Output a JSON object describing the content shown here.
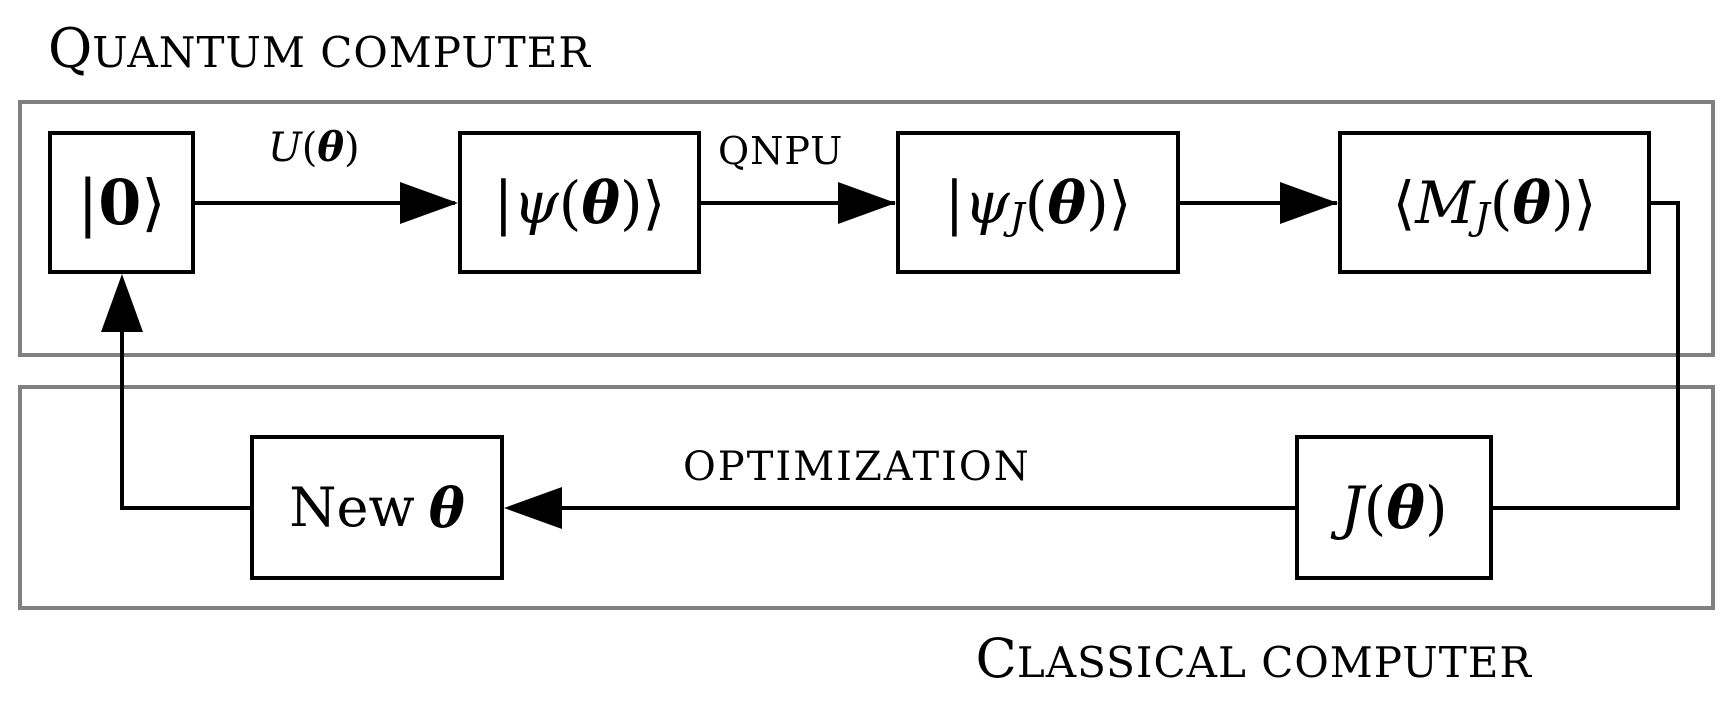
{
  "quantum_region": {
    "title_first": "Q",
    "title_rest": "uantum computer"
  },
  "classical_region": {
    "title_first": "C",
    "title_rest": "lassical computer"
  },
  "nodes": {
    "zero_state": {
      "open": "|",
      "symbol": "0",
      "close": "⟩"
    },
    "psi_state": {
      "open": "|",
      "symbol": "ψ",
      "paren_open": "(",
      "theta": "θ",
      "paren_close": ")",
      "close": "⟩"
    },
    "psi_j_state": {
      "open": "|",
      "symbol": "ψ",
      "sub": "J",
      "paren_open": "(",
      "theta": "θ",
      "paren_close": ")",
      "close": "⟩"
    },
    "expectation": {
      "open": "⟨",
      "symbol": "M",
      "sub": "J",
      "paren_open": "(",
      "theta": "θ",
      "paren_close": ")",
      "close": "⟩"
    },
    "cost": {
      "symbol": "J",
      "paren_open": "(",
      "theta": "θ",
      "paren_close": ")"
    },
    "new_theta": {
      "word": "New",
      "theta": "θ"
    }
  },
  "edge_labels": {
    "unitary": {
      "symbol": "U",
      "paren_open": "(",
      "theta": "θ",
      "paren_close": ")"
    },
    "qnpu": "QNPU",
    "optimization": "OPTIMIZATION"
  }
}
